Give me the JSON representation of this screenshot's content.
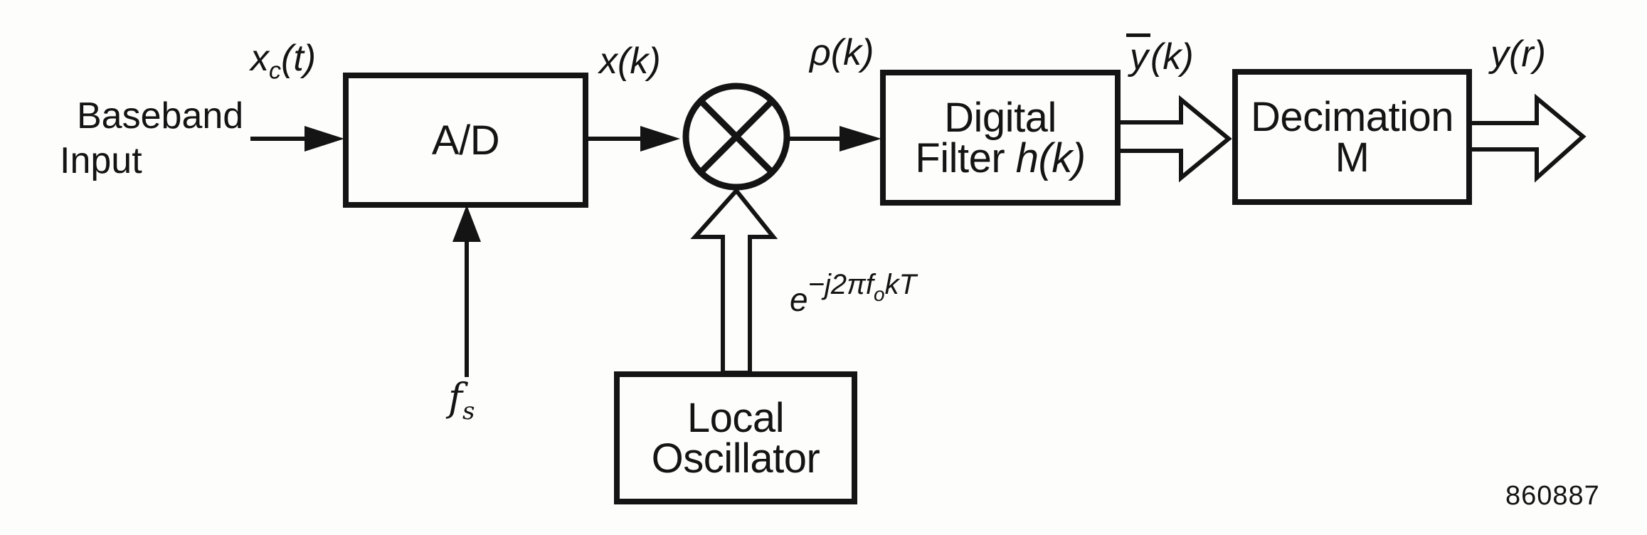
{
  "figure_number": "860887",
  "colors": {
    "ink": "#141414",
    "paper": "#fdfdfc"
  },
  "input_label": {
    "line1": "Baseband",
    "line2": "Input"
  },
  "blocks": {
    "ad": {
      "label": "A/D"
    },
    "digital_filter": {
      "line1": "Digital",
      "line2_prefix": "Filter ",
      "line2_math": "h(k)"
    },
    "decimation": {
      "line1": "Decimation",
      "line2": "M"
    },
    "local_oscillator": {
      "line1": "Local",
      "line2": "Oscillator"
    }
  },
  "signals": {
    "xct": {
      "base": "x",
      "sub": "c",
      "rest": "(t)"
    },
    "xk": "x(k)",
    "rhok": "ρ(k)",
    "ybark": {
      "bar": "y",
      "rest": "(k)"
    },
    "yr": "y(r)",
    "fs": {
      "base": "f",
      "sub": "s"
    },
    "lo_exp": {
      "base": "e",
      "sup1": "−j2π",
      "sup_f": "f",
      "sub_o": "o",
      "sup2": "kT"
    }
  }
}
